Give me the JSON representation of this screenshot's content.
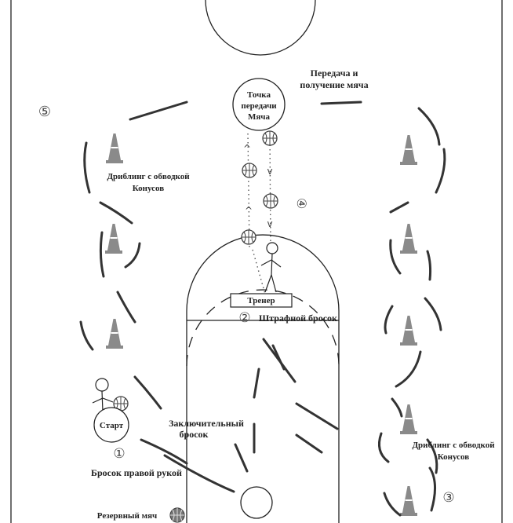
{
  "labels": {
    "pass_receive_line1": "Передача и",
    "pass_receive_line2": "получение мяча",
    "pass_point_line1": "Точка",
    "pass_point_line2": "передачи",
    "pass_point_line3": "Мяча",
    "dribble_left_line1": "Дриблинг с обводкой",
    "dribble_left_line2": "Конусов",
    "coach": "Тренер",
    "free_throw": "Штрафной бросок",
    "start": "Старт",
    "final_shot_line1": "Заключительный",
    "final_shot_line2": "бросок",
    "right_hand_shot": "Бросок правой рукой",
    "spare_ball": "Резервный мяч",
    "dribble_right_line1": "Дриблинг с обводкой",
    "dribble_right_line2": "Конусов"
  },
  "markers": {
    "m1": "①",
    "m2": "②",
    "m3": "③",
    "m4": "④",
    "m5": "⑤"
  },
  "pass_direction_glyphs": {
    "up": "^",
    "down": "v"
  },
  "icons": {
    "cone": "traffic-cone-icon",
    "ball": "basketball-icon",
    "person": "stick-figure-icon"
  },
  "colors": {
    "lines": "#222222",
    "cone": "#8a8a8a",
    "arrows": "#333333"
  }
}
